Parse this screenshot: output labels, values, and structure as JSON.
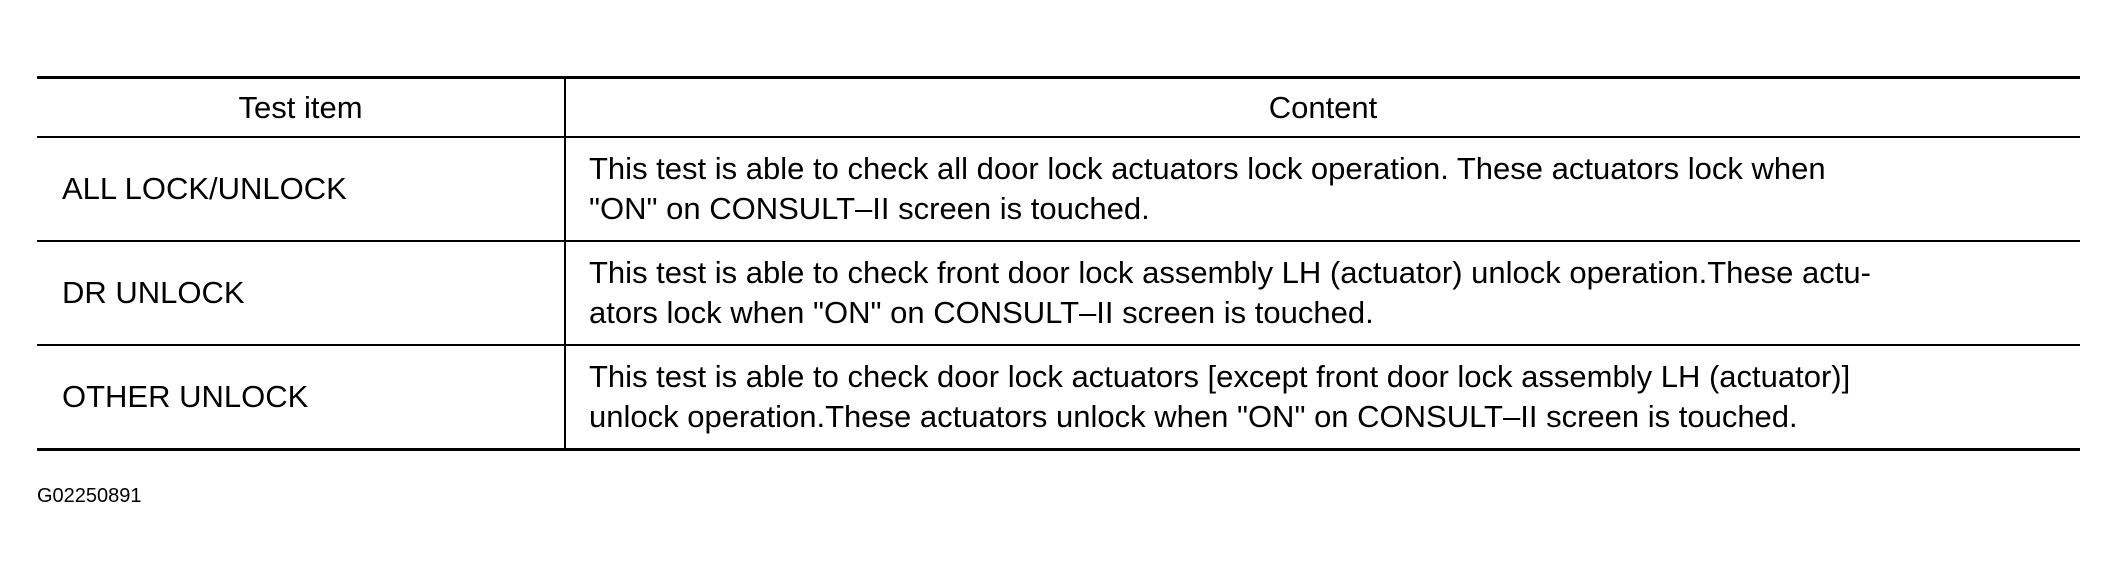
{
  "table": {
    "headers": {
      "item": "Test item",
      "content": "Content"
    },
    "rows": [
      {
        "item": "ALL LOCK/UNLOCK",
        "content": [
          "This test is able to check all door lock actuators lock operation. These actuators lock when",
          "\"ON\" on CONSULT–II screen is touched."
        ]
      },
      {
        "item": "DR UNLOCK",
        "content": [
          "This test is able to check front door lock assembly LH (actuator) unlock operation.These actu-",
          "ators lock when \"ON\" on CONSULT–II screen is touched."
        ]
      },
      {
        "item": "OTHER UNLOCK",
        "content": [
          "This test is able to check door lock actuators [except front door lock assembly LH (actuator)]",
          "unlock operation.These actuators unlock when \"ON\" on CONSULT–II screen is touched."
        ]
      }
    ]
  },
  "figure_id": "G02250891"
}
